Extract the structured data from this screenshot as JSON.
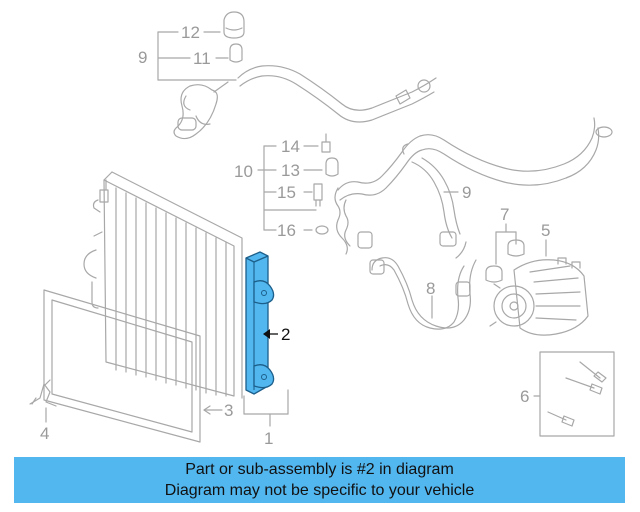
{
  "callouts": {
    "c1": "1",
    "c2": "2",
    "c3": "3",
    "c4": "4",
    "c5": "5",
    "c6": "6",
    "c7": "7",
    "c8": "8",
    "c9a": "9",
    "c9b": "9",
    "c10": "10",
    "c11": "11",
    "c12": "12",
    "c13": "13",
    "c14": "14",
    "c15": "15",
    "c16": "16"
  },
  "highlighted_part": "2",
  "highlight_color": "#52b6ef",
  "banner": {
    "line1": "Part or sub-assembly is #2 in diagram",
    "line2": "Diagram may not be specific to your vehicle",
    "color": "#52b6ef"
  }
}
